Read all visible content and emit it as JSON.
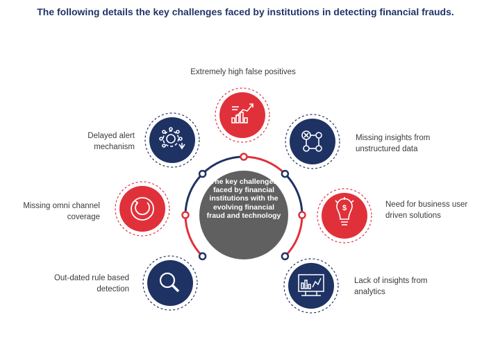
{
  "title": "The following details the key challenges faced by institutions in detecting financial frauds.",
  "center": {
    "text": "The key challenges faced by financial institutions with the evolving financial fraud and technology"
  },
  "challenges": [
    {
      "label": "Extremely high false positives",
      "icon": "rising-chart-icon",
      "color": "#e0313a"
    },
    {
      "label": "Missing insights from unstructured data",
      "icon": "network-nodes-icon",
      "color": "#1e3264"
    },
    {
      "label": "Need for business user driven solutions",
      "icon": "idea-bulb-dollar-icon",
      "color": "#e0313a"
    },
    {
      "label": "Lack of insights from analytics",
      "icon": "dashboard-monitor-icon",
      "color": "#1e3264"
    },
    {
      "label": "Out-dated rule based detection",
      "icon": "magnifier-icon",
      "color": "#1e3264"
    },
    {
      "label": "Missing omni channel coverage",
      "icon": "refresh-cycle-icon",
      "color": "#e0313a"
    },
    {
      "label": "Delayed alert mechanism",
      "icon": "gear-alert-icon",
      "color": "#1e3264"
    }
  ],
  "colors": {
    "navy": "#1e3264",
    "red": "#e0313a",
    "center": "#606060"
  }
}
